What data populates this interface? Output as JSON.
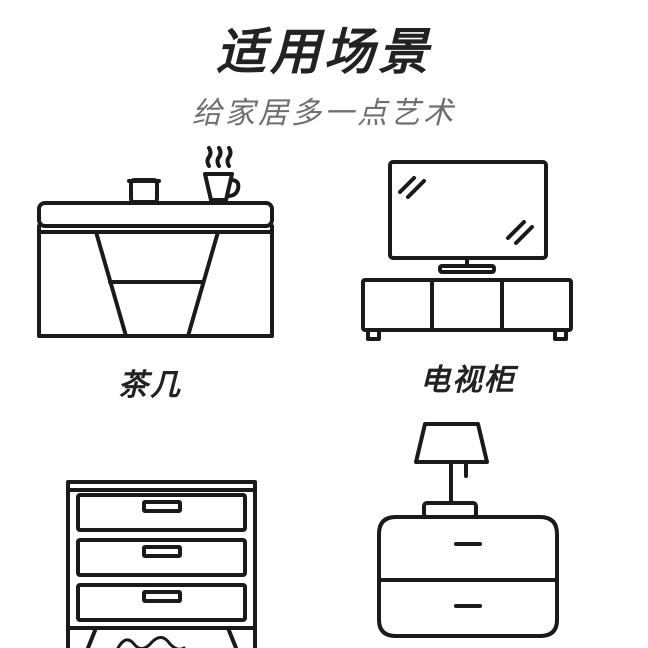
{
  "header": {
    "title": "适用场景",
    "subtitle": "给家居多一点艺术"
  },
  "items": [
    {
      "label": "茶几",
      "icon": "coffee-table-icon"
    },
    {
      "label": "电视柜",
      "icon": "tv-cabinet-icon"
    },
    {
      "label": "",
      "icon": "chest-of-drawers-icon"
    },
    {
      "label": "",
      "icon": "nightstand-lamp-icon"
    }
  ],
  "colors": {
    "line": "#1a1a1a",
    "title": "#222222",
    "subtitle": "#6f6f6f"
  }
}
